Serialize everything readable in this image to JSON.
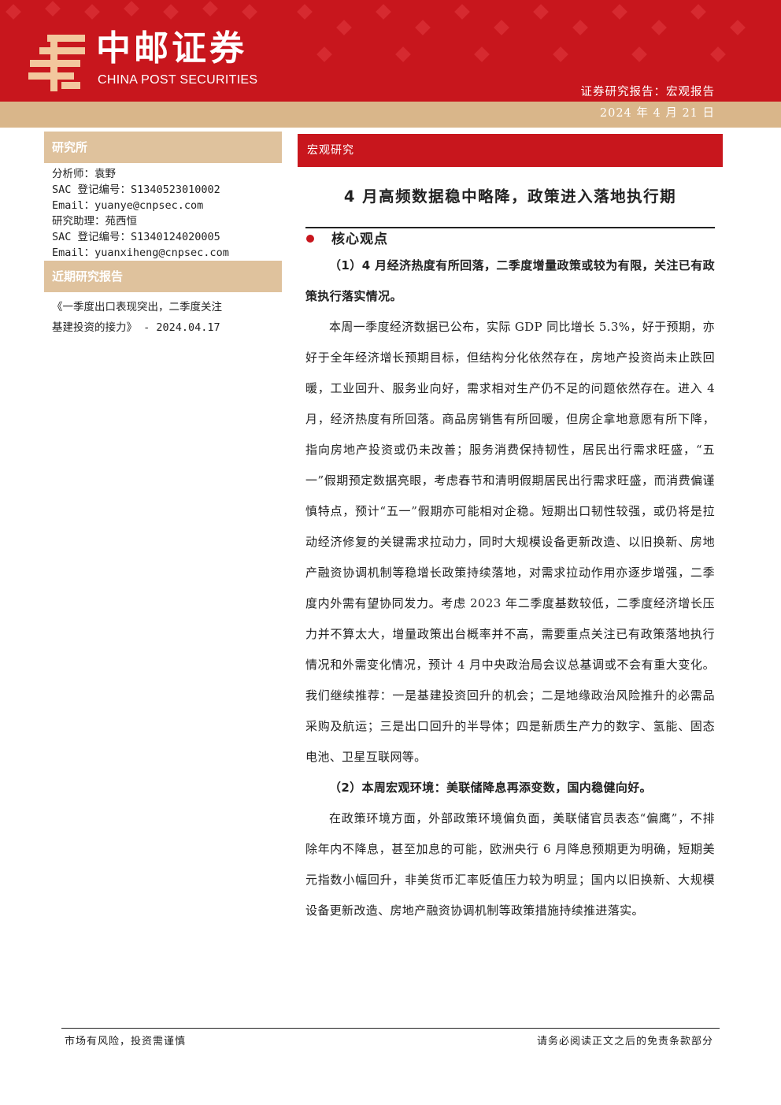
{
  "header": {
    "logo_cn": "中邮证券",
    "logo_en": "CHINA POST SECURITIES",
    "report_type": "证券研究报告：宏观报告",
    "date": "2024 年 4 月 21 日",
    "brand_color": "#c8161d",
    "accent_color": "#d9b68a"
  },
  "sidebar": {
    "institute_heading": "研究所",
    "analyst_lines": [
      "分析师：袁野",
      "SAC 登记编号：S1340523010002",
      "Email：yuanye@cnpsec.com",
      "研究助理：苑西恒",
      "SAC 登记编号：S1340124020005",
      "Email：yuanxiheng@cnpsec.com"
    ],
    "recent_heading": "近期研究报告",
    "recent_lines": [
      "《一季度出口表现突出，二季度关注",
      "基建投资的接力》 - 2024.04.17"
    ]
  },
  "main": {
    "section_tag": "宏观研究",
    "title": "4 月高频数据稳中略降，政策进入落地执行期",
    "core_heading": "核心观点",
    "paragraphs": [
      {
        "bold": true,
        "text": "（1）4 月经济热度有所回落，二季度增量政策或较为有限，关注已有政策执行落实情况。"
      },
      {
        "bold": false,
        "text": "本周一季度经济数据已公布，实际 GDP 同比增长 5.3%，好于预期，亦好于全年经济增长预期目标，但结构分化依然存在，房地产投资尚未止跌回暖，工业回升、服务业向好，需求相对生产仍不足的问题依然存在。进入 4 月，经济热度有所回落。商品房销售有所回暖，但房企拿地意愿有所下降，指向房地产投资或仍未改善；服务消费保持韧性，居民出行需求旺盛，“五一”假期预定数据亮眼，考虑春节和清明假期居民出行需求旺盛，而消费偏谨慎特点，预计“五一”假期亦可能相对企稳。短期出口韧性较强，或仍将是拉动经济修复的关键需求拉动力，同时大规模设备更新改造、以旧换新、房地产融资协调机制等稳增长政策持续落地，对需求拉动作用亦逐步增强，二季度内外需有望协同发力。考虑 2023 年二季度基数较低，二季度经济增长压力并不算太大，增量政策出台概率并不高，需要重点关注已有政策落地执行情况和外需变化情况，预计 4 月中央政治局会议总基调或不会有重大变化。我们继续推荐：一是基建投资回升的机会；二是地缘政治风险推升的必需品采购及航运；三是出口回升的半导体；四是新质生产力的数字、氢能、固态电池、卫星互联网等。"
      },
      {
        "bold": true,
        "text": "（2）本周宏观环境：美联储降息再添变数，国内稳健向好。"
      },
      {
        "bold": false,
        "text": "在政策环境方面，外部政策环境偏负面，美联储官员表态“偏鹰”，不排除年内不降息，甚至加息的可能，欧洲央行 6 月降息预期更为明确，短期美元指数小幅回升，非美货币汇率贬值压力较为明显；国内以旧换新、大规模设备更新改造、房地产融资协调机制等政策措施持续推进落实。"
      }
    ]
  },
  "footer": {
    "left": "市场有风险，投资需谨慎",
    "right": "请务必阅读正文之后的免责条款部分"
  }
}
